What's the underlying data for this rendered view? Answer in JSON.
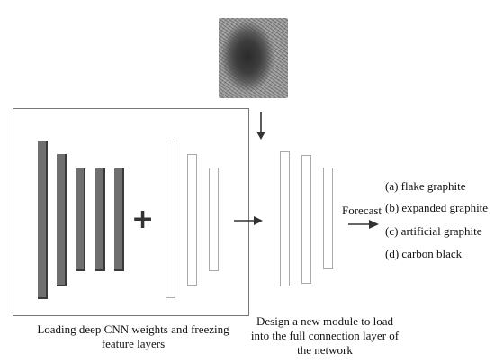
{
  "input_image": {
    "label": ""
  },
  "plus_symbol": "+",
  "captions": {
    "pretrained_line1": "Loading deep CNN weights and freezing",
    "pretrained_line2": "feature layers",
    "new_module_line1": "Design a new module to load",
    "new_module_line2": "into the full connection layer of",
    "new_module_line3": "the network"
  },
  "forecast_label": "Forecast",
  "outputs": [
    "(a) flake graphite",
    "(b) expanded graphite",
    "(c) artificial graphite",
    "(d) carbon black"
  ],
  "colors": {
    "filled_layer": "#6f6f6f",
    "hollow_layer_border": "#aaaaaa",
    "arrow": "#333333"
  }
}
